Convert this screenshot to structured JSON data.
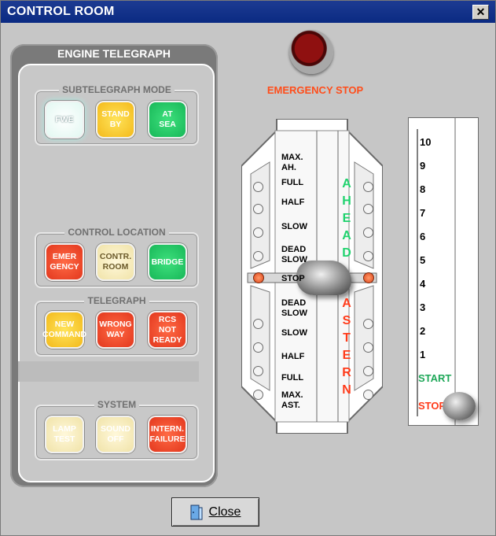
{
  "window": {
    "title": "CONTROL ROOM",
    "close_glyph": "✕"
  },
  "engine_telegraph": {
    "title": "ENGINE TELEGRAPH",
    "subtelegraph_mode": {
      "label": "SUBTELEGRAPH MODE",
      "buttons": [
        {
          "line1": "FWE",
          "line2": ""
        },
        {
          "line1": "STAND",
          "line2": "BY"
        },
        {
          "line1": "AT",
          "line2": "SEA"
        }
      ]
    },
    "control_location": {
      "label": "CONTROL LOCATION",
      "buttons": [
        {
          "line1": "EMER",
          "line2": "GENCY"
        },
        {
          "line1": "CONTR.",
          "line2": "ROOM"
        },
        {
          "line1": "BRIDGE",
          "line2": ""
        }
      ]
    },
    "telegraph": {
      "label": "TELEGRAPH",
      "buttons": [
        {
          "line1": "NEW",
          "line2": "COMMAND"
        },
        {
          "line1": "WRONG",
          "line2": "WAY"
        },
        {
          "line1": "RCS",
          "line2": "NOT",
          "line3": "READY"
        }
      ]
    },
    "system": {
      "label": "SYSTEM",
      "buttons": [
        {
          "line1": "LAMP",
          "line2": "TEST"
        },
        {
          "line1": "SOUND",
          "line2": "OFF"
        },
        {
          "line1": "INTERN.",
          "line2": "FAILURE"
        }
      ]
    }
  },
  "emergency_stop": {
    "label": "EMERGENCY STOP"
  },
  "telegraph_lever": {
    "labels": [
      {
        "text1": "MAX.",
        "text2": "AH."
      },
      {
        "text1": "FULL"
      },
      {
        "text1": "HALF"
      },
      {
        "text1": "SLOW"
      },
      {
        "text1": "DEAD",
        "text2": "SLOW"
      },
      {
        "text1": "STOP"
      },
      {
        "text1": "DEAD",
        "text2": "SLOW"
      },
      {
        "text1": "SLOW"
      },
      {
        "text1": "HALF"
      },
      {
        "text1": "FULL"
      },
      {
        "text1": "MAX.",
        "text2": "AST."
      }
    ],
    "ahead_letters": [
      "A",
      "H",
      "E",
      "A",
      "D"
    ],
    "astern_letters": [
      "A",
      "S",
      "T",
      "E",
      "R",
      "N"
    ],
    "current_position": "STOP"
  },
  "speed_scale": {
    "ticks": [
      "10",
      "9",
      "8",
      "7",
      "6",
      "5",
      "4",
      "3",
      "2",
      "1"
    ],
    "start_label": "START",
    "stop_label": "STOP",
    "current_position": "STOP"
  },
  "close_button": {
    "label": "Close"
  },
  "colors": {
    "accent_green": "#1fd26d",
    "accent_red": "#ff3b1a",
    "accent_orange": "#ff4d1a",
    "title_bar": "#0a2a82"
  },
  "icons": [
    "close-icon",
    "door-icon",
    "knob-icon",
    "indicator-lamp-icon"
  ]
}
